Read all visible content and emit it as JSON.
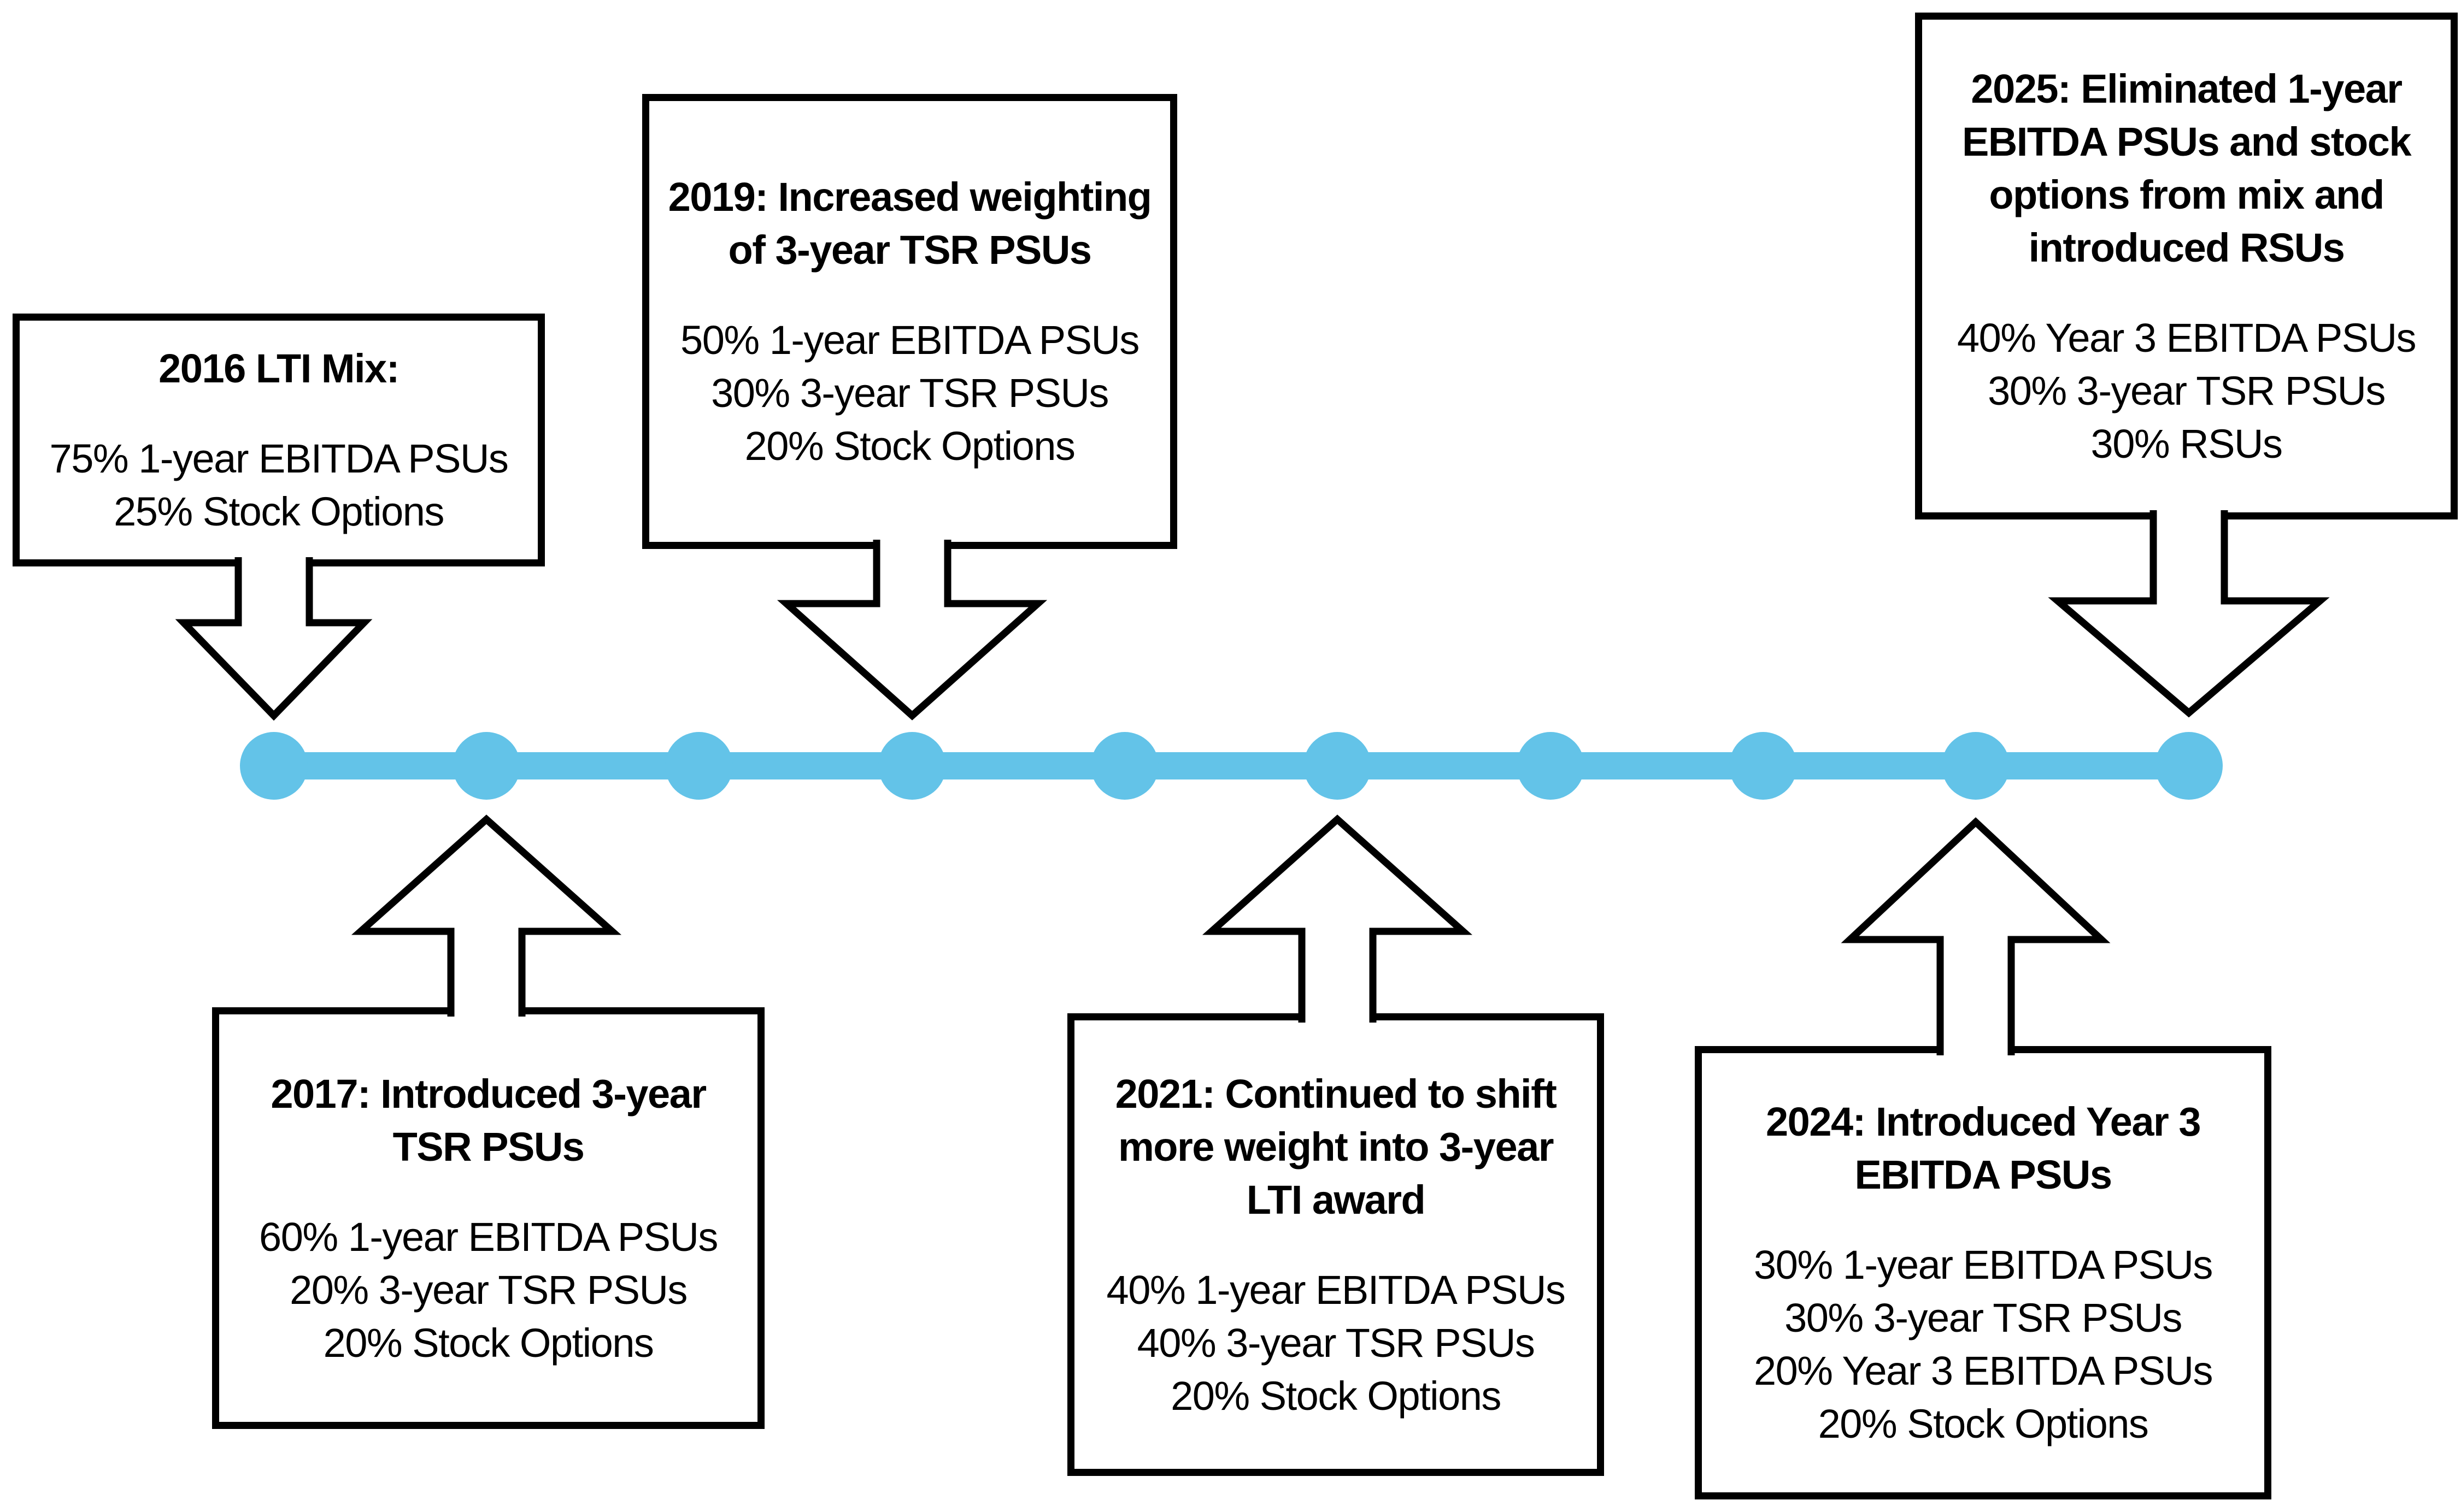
{
  "diagram": {
    "description_label": "LTI mix evolution timeline",
    "background_color": "#FFFFFF",
    "box_border_color": "#000000",
    "text_color": "#000000"
  },
  "timeline": {
    "color": "#63C3E8",
    "dot_count": 10
  },
  "boxes": [
    {
      "year": "2016",
      "position": "above-line",
      "title": "2016 LTI Mix:",
      "items": [
        "75% 1-year EBITDA PSUs",
        "25% Stock Options"
      ]
    },
    {
      "year": "2019",
      "position": "above-line",
      "title": "2019: Increased weighting of 3-year TSR PSUs",
      "items": [
        "50% 1-year EBITDA PSUs",
        "30% 3-year TSR PSUs",
        "20% Stock Options"
      ]
    },
    {
      "year": "2025",
      "position": "above-line",
      "title": "2025: Eliminated 1-year EBITDA PSUs and stock options from mix and introduced RSUs",
      "items": [
        "40% Year 3 EBITDA PSUs",
        "30% 3-year TSR PSUs",
        "30% RSUs"
      ]
    },
    {
      "year": "2017",
      "position": "below-line",
      "title": "2017: Introduced 3-year TSR PSUs",
      "items": [
        "60% 1-year EBITDA PSUs",
        "20% 3-year TSR PSUs",
        "20% Stock Options"
      ]
    },
    {
      "year": "2021",
      "position": "below-line",
      "title": "2021: Continued to shift more weight into 3-year LTI award",
      "items": [
        "40% 1-year EBITDA PSUs",
        "40% 3-year TSR PSUs",
        "20% Stock Options"
      ]
    },
    {
      "year": "2024",
      "position": "below-line",
      "title": "2024: Introduced Year 3 EBITDA PSUs",
      "items": [
        "30% 1-year EBITDA PSUs",
        "30% 3-year TSR PSUs",
        "20% Year 3 EBITDA PSUs",
        "20% Stock Options"
      ]
    }
  ]
}
